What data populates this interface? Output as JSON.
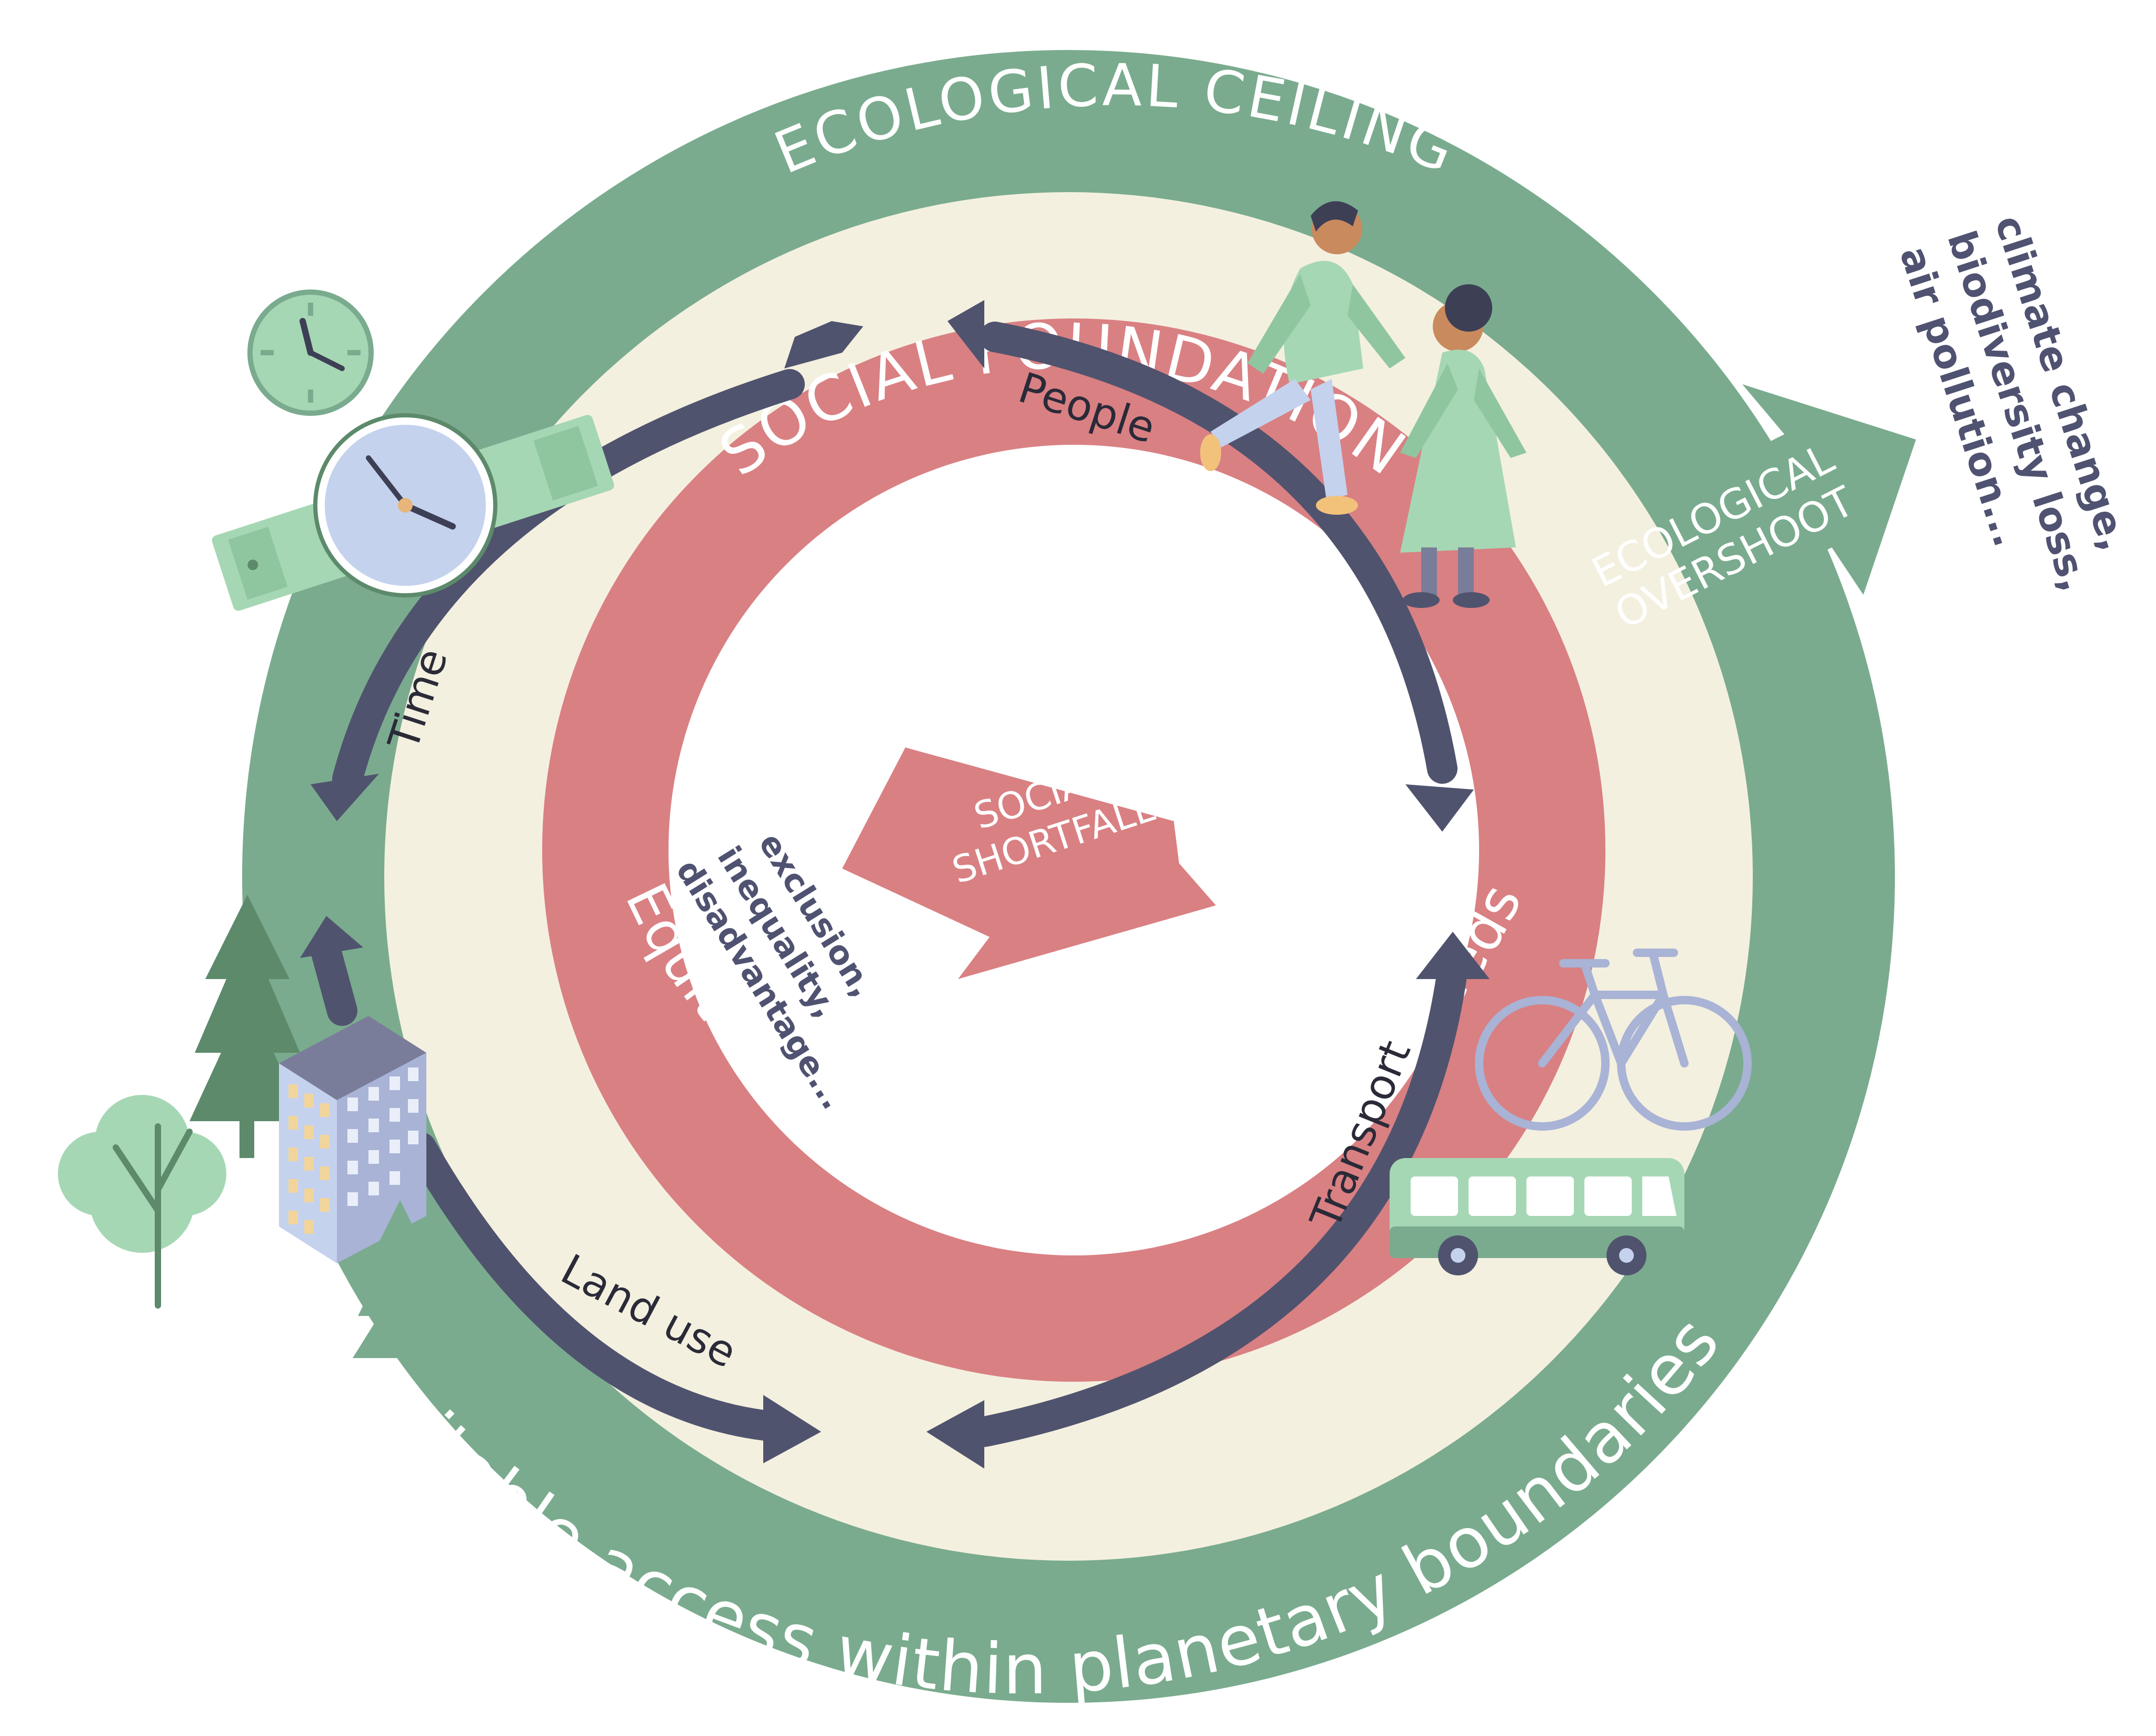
{
  "rings": {
    "outer_top": "ECOLOGICAL CEILING",
    "outer_bottom": "Equitable access within planetary boundaries",
    "inner_top": "SOCIAL FOUNDATION",
    "inner_bottom": "Equitable access fulfilling social needs"
  },
  "arrows": {
    "overshoot_line1": "ECOLOGICAL",
    "overshoot_line2": "OVERSHOOT",
    "shortfall_line1": "SOCIAL",
    "shortfall_line2": "SHORTFALL"
  },
  "cycle_labels": {
    "time": "Time",
    "people": "People",
    "transport": "Transport",
    "land_use": "Land use"
  },
  "overshoot_examples": [
    "climate change,",
    "biodiversity loss,",
    "air pollution..."
  ],
  "shortfall_examples": [
    "exclusion,",
    "inequality,",
    "disadvantage..."
  ],
  "colors": {
    "ecological_green": "#7aab8e",
    "social_red": "#d98083",
    "cream": "#f4f0df",
    "arrow_navy": "#50536e",
    "light_green": "#a6d7b4",
    "dark_green": "#5c8a6b",
    "light_blue": "#c5d2ee"
  }
}
